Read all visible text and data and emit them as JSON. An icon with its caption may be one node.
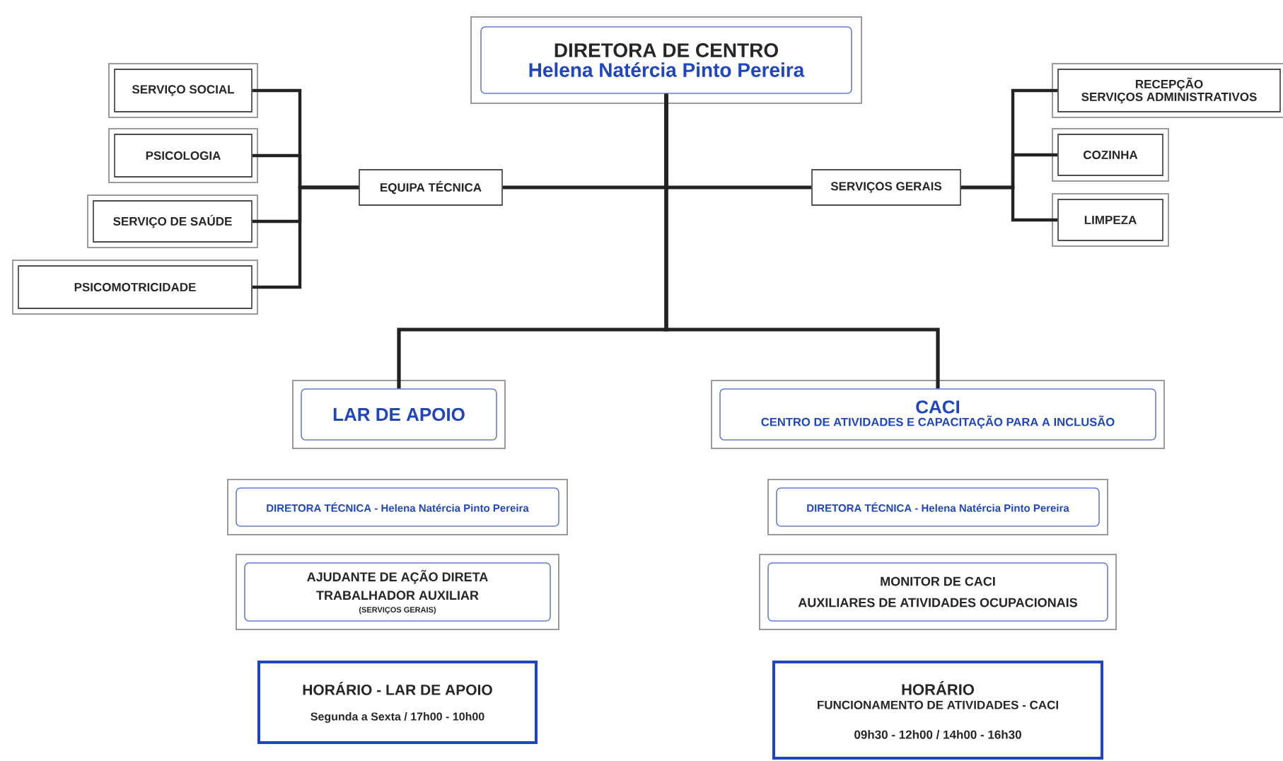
{
  "diagram": {
    "nodes": [
      {
        "text": [
          "DIRETORA DE CENTRO",
          "Helena Natércia Pinto Pereira"
        ]
      },
      {
        "text": [
          "EQUIPA TÉCNICA"
        ]
      },
      {
        "text": [
          "SERVIÇOS GERAIS"
        ]
      },
      {
        "text": [
          "SERVIÇO SOCIAL"
        ]
      },
      {
        "text": [
          "PSICOLOGIA"
        ]
      },
      {
        "text": [
          "SERVIÇO DE SAÚDE"
        ]
      },
      {
        "text": [
          "PSICOMOTRICIDADE"
        ]
      },
      {
        "text": [
          "RECEPÇÃO",
          "SERVIÇOS ADMINISTRATIVOS"
        ]
      },
      {
        "text": [
          "COZINHA"
        ]
      },
      {
        "text": [
          "LIMPEZA"
        ]
      },
      {
        "text": [
          "LAR DE APOIO"
        ]
      },
      {
        "text": [
          "CACI",
          "CENTRO DE ATIVIDADES E CAPACITAÇÃO PARA A INCLUSÃO"
        ]
      },
      {
        "text": [
          "DIRETORA TÉCNICA - Helena Natércia Pinto Pereira"
        ]
      },
      {
        "text": [
          "AJUDANTE DE AÇÃO DIRETA",
          "TRABALHADOR AUXILIAR",
          "(SERVIÇOS GERAIS)"
        ]
      },
      {
        "text": [
          "HORÁRIO - LAR DE APOIO",
          "Segunda a Sexta / 17h00 - 10h00"
        ]
      },
      {
        "text": [
          "DIRETORA TÉCNICA - Helena Natércia Pinto Pereira"
        ]
      },
      {
        "text": [
          "MONITOR DE CACI",
          "AUXILIARES DE ATIVIDADES OCUPACIONAIS"
        ]
      },
      {
        "text": [
          "HORÁRIO",
          "FUNCIONAMENTO DE ATIVIDADES - CACI",
          "09h30 - 12h00   /   14h00 - 16h30"
        ]
      }
    ],
    "edges": [
      {
        "from": 0,
        "to": 1,
        "arrow": "none"
      },
      {
        "from": 0,
        "to": 2,
        "arrow": "none"
      },
      {
        "from": 1,
        "to": 3,
        "arrow": "none"
      },
      {
        "from": 1,
        "to": 4,
        "arrow": "none"
      },
      {
        "from": 1,
        "to": 5,
        "arrow": "none"
      },
      {
        "from": 1,
        "to": 6,
        "arrow": "none"
      },
      {
        "from": 2,
        "to": 7,
        "arrow": "none"
      },
      {
        "from": 2,
        "to": 8,
        "arrow": "none"
      },
      {
        "from": 2,
        "to": 9,
        "arrow": "none"
      },
      {
        "from": 0,
        "to": 10,
        "arrow": "none"
      },
      {
        "from": 0,
        "to": 11,
        "arrow": "none"
      }
    ]
  }
}
